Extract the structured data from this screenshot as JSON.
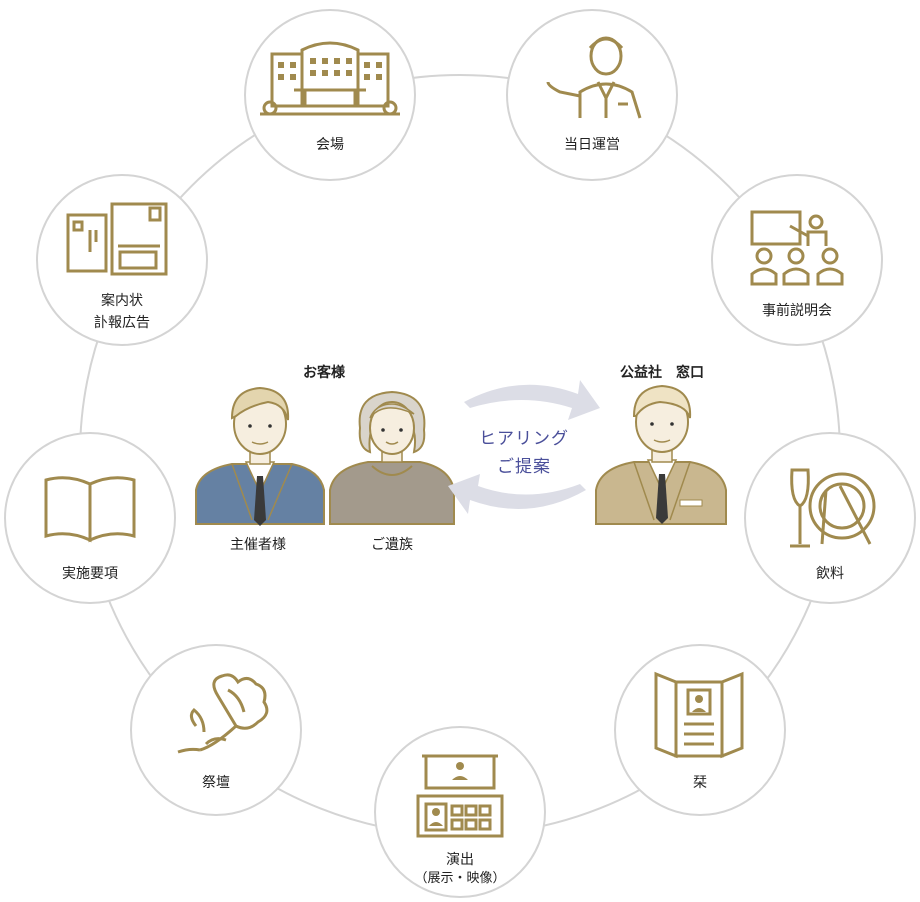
{
  "nodes": {
    "venue": "会場",
    "operations": "当日運営",
    "briefing": "事前説明会",
    "invitation_line1": "案内状",
    "invitation_line2": "訃報広告",
    "catering": "飲料",
    "plan": "実施要項",
    "booklet": "栞",
    "altar": "祭壇",
    "production_line1": "演出",
    "production_line2": "（展示・映像）"
  },
  "center": {
    "customers_title": "お客様",
    "host": "主催者様",
    "family": "ご遺族",
    "company_title": "公益社　窓口",
    "flow_line1": "ヒアリング",
    "flow_line2": "ご提案"
  },
  "colors": {
    "gold": "#a08a4e",
    "circle_stroke": "#d4d4d4",
    "arrow": "#dcdde6",
    "text_accent": "#4a4f9a",
    "suit_blue": "#6581a3",
    "suit_taupe": "#a39a8c",
    "suit_beige": "#c9b78f"
  }
}
